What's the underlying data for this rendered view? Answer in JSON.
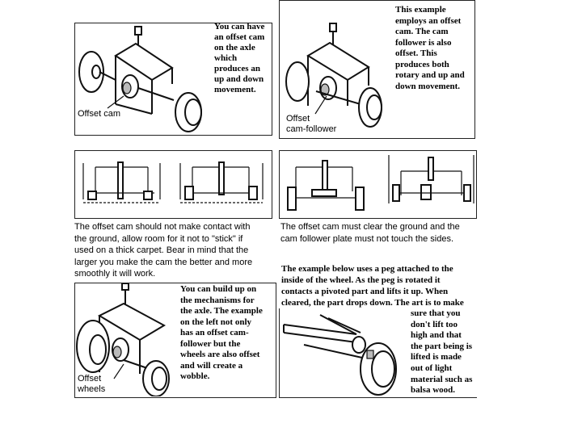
{
  "panels": {
    "top_left": {
      "text": "You can have\nan offset cam\non the axle\nwhich\nproduces  an\nup and down\nmovement.",
      "label": "Offset cam"
    },
    "top_right": {
      "text": "This example\nemploys an offset\ncam. The cam\nfollower is also\noffset. This\nproduces both\nrotary and up and\ndown movement.",
      "label": "Offset\ncam-follower"
    },
    "mid_left": {
      "caption": "The offset cam should not make contact with\nthe ground, allow room for it not to \"stick\" if\nused on a thick carpet. Bear in mind that the\nlarger you make the cam the better and more\nsmoothly it will work."
    },
    "mid_right": {
      "caption": "The offset cam must clear the ground and the\ncam follower plate must not touch the sides."
    },
    "bottom_left": {
      "text": "You can build up on\nthe mechanisms for\nthe axle. The example\non the left not only\nhas an offset cam-\nfollower but the\nwheels are also offset\nand will create a\nwobble.",
      "label": "Offset\nwheels"
    },
    "bottom_right": {
      "intro": "The example below uses a peg attached to the\ninside of the wheel. As the peg is rotated it\ncontacts a pivoted part and lifts it up. When\ncleared, the part drops down. The art is to make",
      "side": "sure that you\ndon't lift too\nhigh and that\nthe part being is\nlifted is made\nout of light\nmaterial such as\nbalsa wood."
    }
  }
}
